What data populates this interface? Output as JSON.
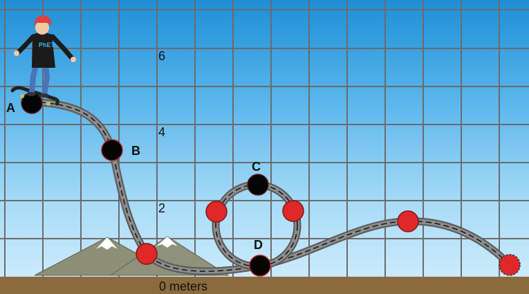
{
  "scene": {
    "colors": {
      "sky_top": "#1e8fd6",
      "sky_bottom": "#d4eefb",
      "grid_line": "#6b6b6b",
      "ground": "#8b6a3e",
      "track": "#777777",
      "track_dash": "#ffffff",
      "black_point": "#050505",
      "red_point": "#e02828",
      "mountain": "#8d8f77",
      "snow": "#ffffff"
    }
  },
  "grid_labels": {
    "y_6": "6",
    "y_4": "4",
    "y_2": "2",
    "y_0": "0 meters"
  },
  "points": {
    "a": "A",
    "b": "B",
    "c": "C",
    "d": "D"
  },
  "skater": {
    "shirt_text": "PhET",
    "icon": "skateboarder-icon"
  }
}
